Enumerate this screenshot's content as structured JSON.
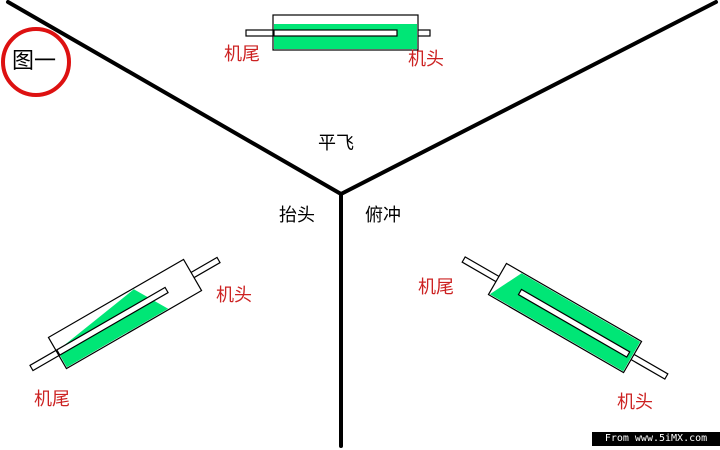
{
  "figure_label": "图一",
  "zones": {
    "level": "平飞",
    "nose_up": "抬头",
    "nose_down": "俯冲"
  },
  "labels": {
    "nose": "机头",
    "tail": "机尾"
  },
  "watermark": "From www.5iMX.com",
  "colors": {
    "line": "#000000",
    "fluid": "#00e676",
    "text_red": "#cc2222",
    "circle": "#dd1111"
  }
}
